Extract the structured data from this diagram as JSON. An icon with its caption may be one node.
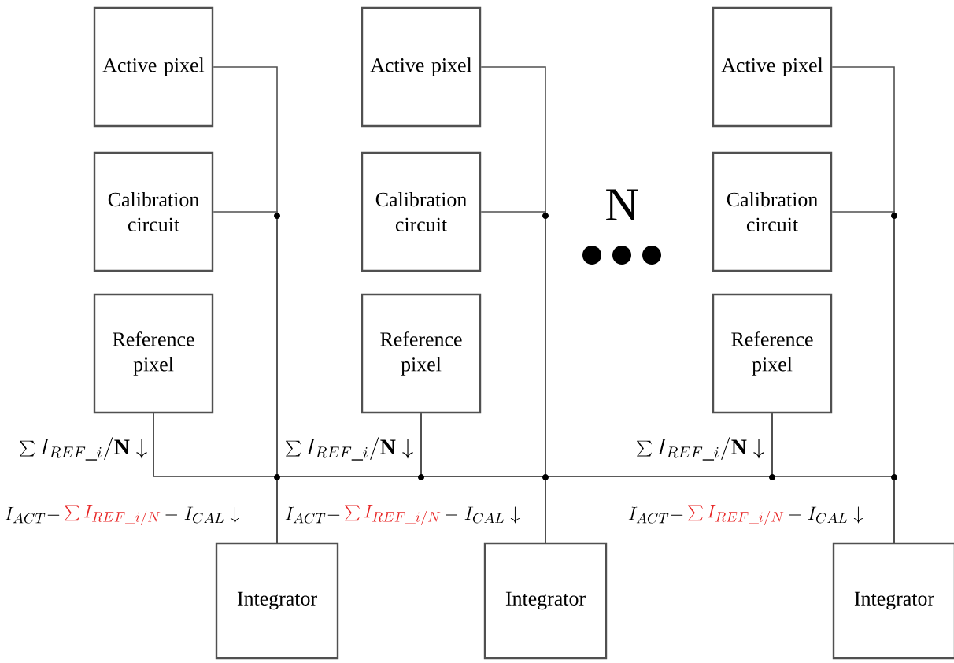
{
  "diagram": {
    "nodes": [
      {
        "text": [
          "Active pixel"
        ]
      },
      {
        "text": [
          "Calibration circuit"
        ]
      },
      {
        "text": [
          "Reference pixel"
        ]
      },
      {
        "text": [
          "Active pixel"
        ]
      },
      {
        "text": [
          "Calibration circuit"
        ]
      },
      {
        "text": [
          "Reference pixel"
        ]
      },
      {
        "text": [
          "Active pixel"
        ]
      },
      {
        "text": [
          "Calibration circuit"
        ]
      },
      {
        "text": [
          "Reference pixel"
        ]
      },
      {
        "text": [
          "Integrator"
        ]
      },
      {
        "text": [
          "Integrator"
        ]
      },
      {
        "text": [
          "Integrator"
        ]
      }
    ],
    "edges": [
      {
        "from": 0,
        "to": 9,
        "arrow": "none"
      },
      {
        "from": 1,
        "to": 9,
        "arrow": "none"
      },
      {
        "from": 3,
        "to": 10,
        "arrow": "none"
      },
      {
        "from": 4,
        "to": 10,
        "arrow": "none"
      },
      {
        "from": 6,
        "to": 11,
        "arrow": "none"
      },
      {
        "from": 7,
        "to": 11,
        "arrow": "none"
      },
      {
        "from": 2,
        "to": 9,
        "arrow": "none"
      },
      {
        "from": 2,
        "to": 10,
        "arrow": "none"
      },
      {
        "from": 2,
        "to": 11,
        "arrow": "none"
      },
      {
        "from": 5,
        "to": 9,
        "arrow": "none"
      },
      {
        "from": 5,
        "to": 10,
        "arrow": "none"
      },
      {
        "from": 5,
        "to": 11,
        "arrow": "none"
      },
      {
        "from": 8,
        "to": 9,
        "arrow": "none"
      },
      {
        "from": 8,
        "to": 10,
        "arrow": "none"
      },
      {
        "from": 8,
        "to": 11,
        "arrow": "none"
      }
    ],
    "labels": [
      "N",
      "\\sum I_{REF\\_i}/\\mathbf{N}\\downarrow",
      "\\sum I_{REF\\_i}/\\mathbf{N}\\downarrow",
      "\\sum I_{REF\\_i}/\\mathbf{N}\\downarrow",
      "I_{ACT}-",
      "\\sum I_{REF\\_i/N}",
      "-\\;I_{CAL}\\downarrow",
      "I_{ACT}-",
      "\\sum I_{REF\\_i/N}",
      "-\\;I_{CAL}\\downarrow",
      "I_{ACT}-",
      "\\sum I_{REF\\_i/N}",
      "-\\;I_{CAL}\\downarrow"
    ]
  }
}
